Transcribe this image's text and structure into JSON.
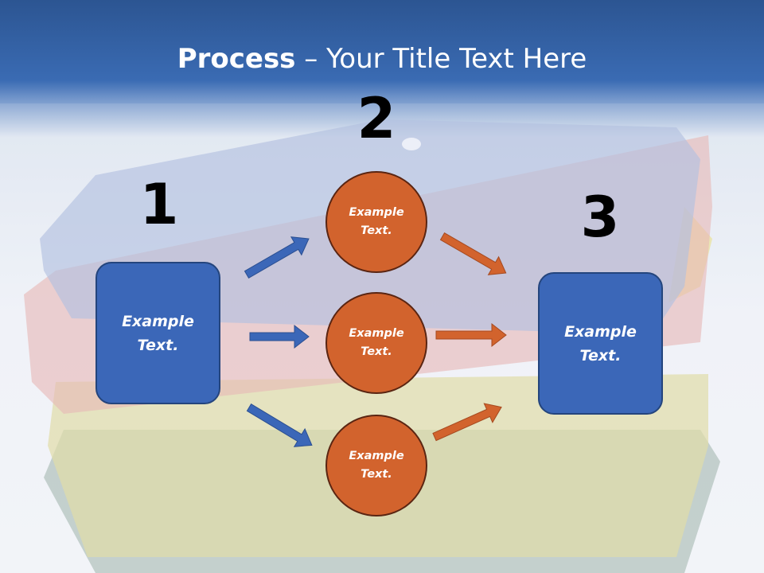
{
  "title": {
    "bold": "Process",
    "rest": " – Your Title Text Here"
  },
  "steps": {
    "one": "1",
    "two": "2",
    "three": "3"
  },
  "nodes": {
    "left_box": "Example Text.",
    "circle_top": "Example Text.",
    "circle_mid": "Example Text.",
    "circle_bottom": "Example Text.",
    "right_box": "Example Text."
  },
  "colors": {
    "box_blue": "#3b67b8",
    "circle_orange": "#d2632d",
    "arrow_blue": "#3b67b8",
    "arrow_orange": "#d2632d"
  }
}
